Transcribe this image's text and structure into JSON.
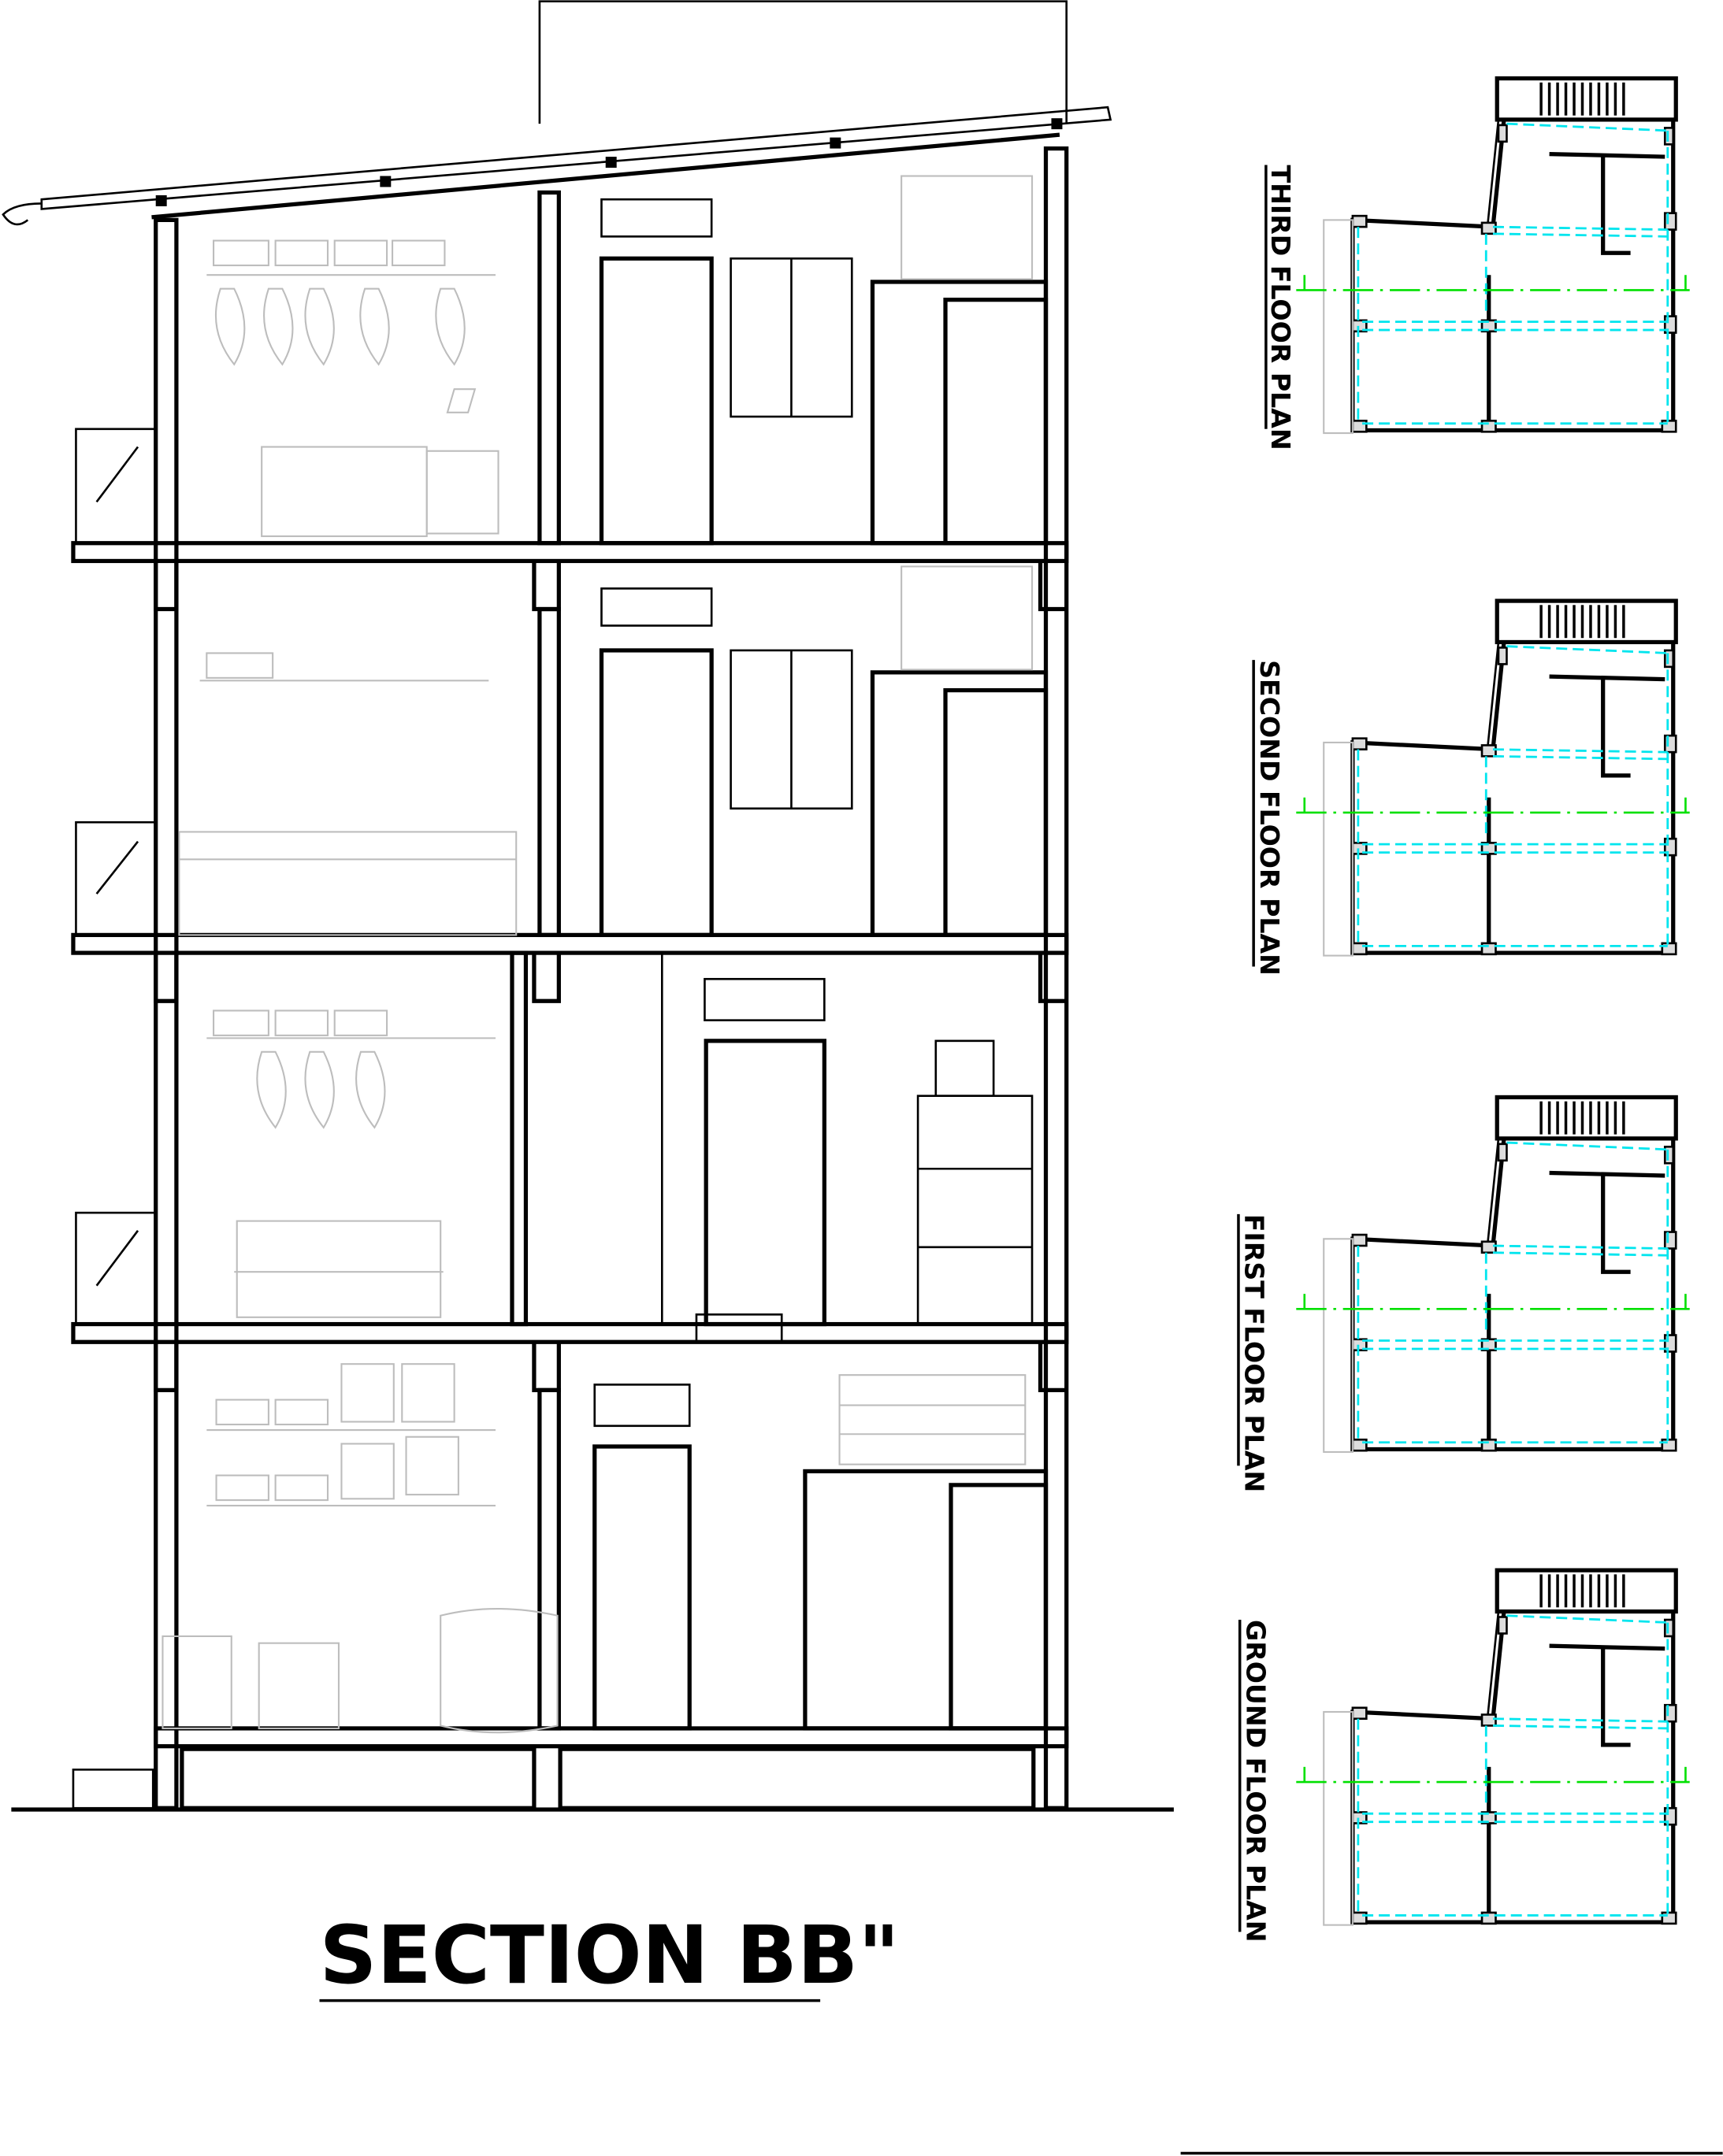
{
  "section_title": "SECTION BB\"",
  "plans": [
    {
      "label": "THIRD FLOOR PLAN"
    },
    {
      "label": "SECOND FLOOR PLAN"
    },
    {
      "label": "FIRST FLOOR PLAN"
    },
    {
      "label": "GROUND FLOOR PLAN"
    }
  ],
  "colors": {
    "line": "#000000",
    "furniture": "#bdbdbd",
    "beam": "#00e5ee",
    "section_line": "#00e000"
  }
}
